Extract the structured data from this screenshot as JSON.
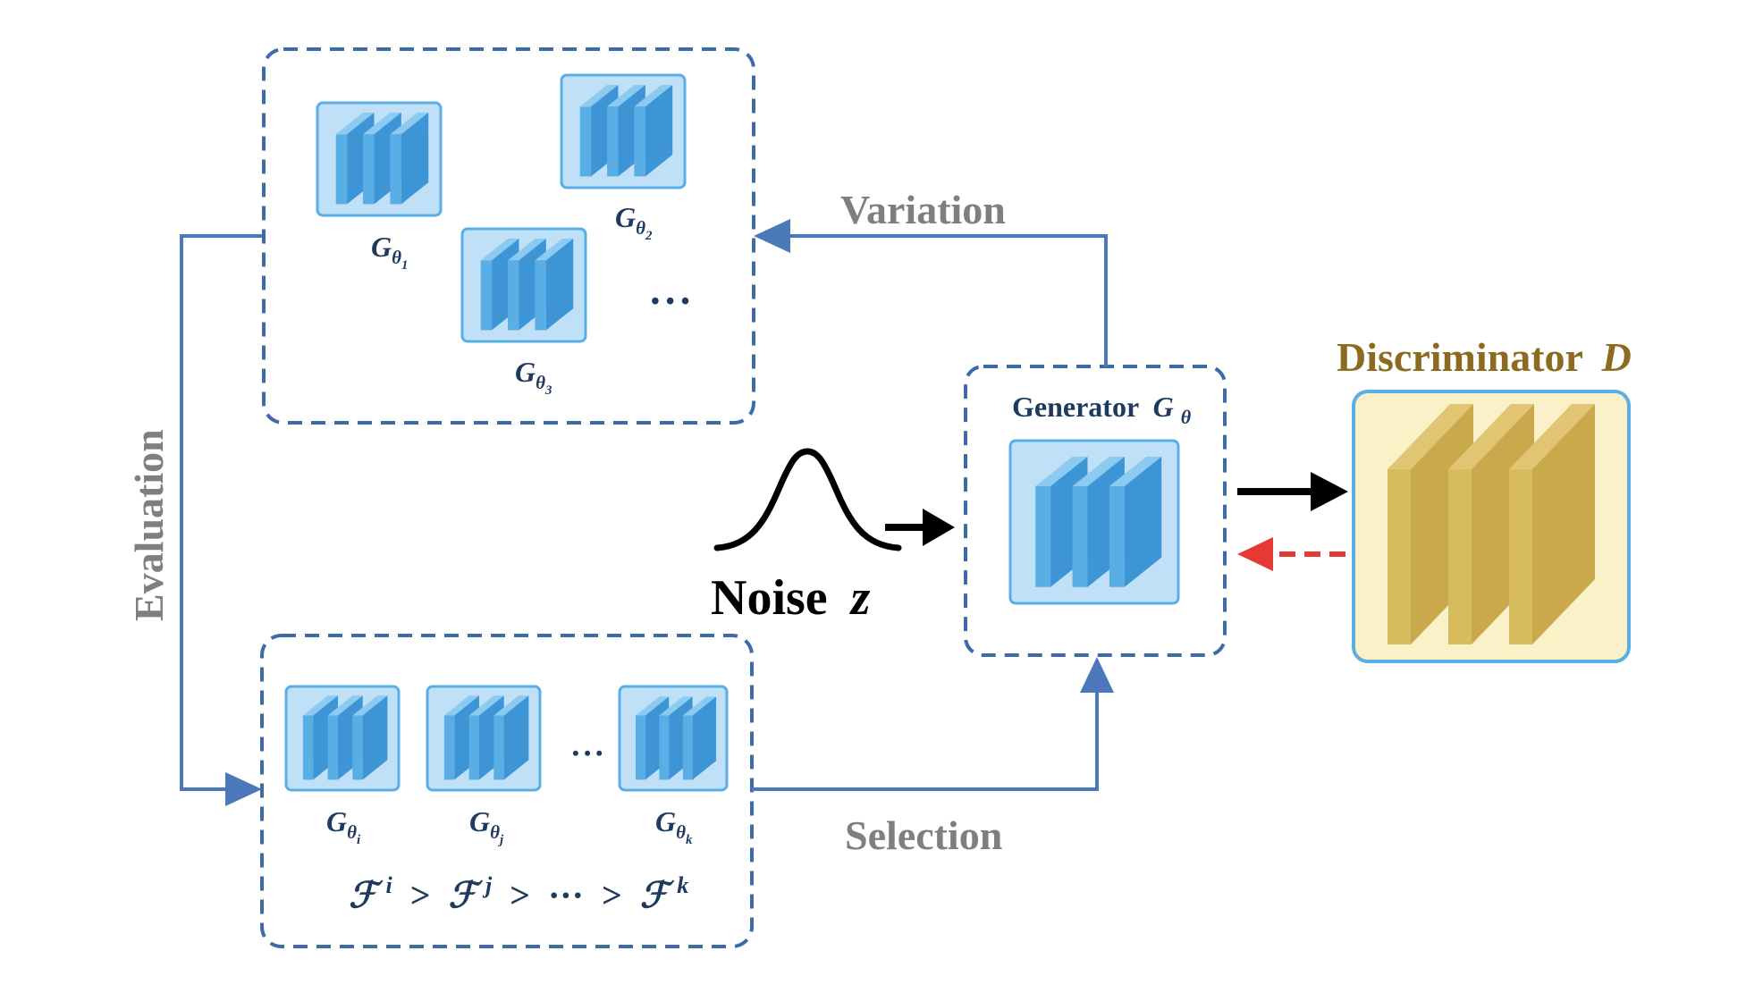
{
  "labels": {
    "variation": "Variation",
    "evaluation": "Evaluation",
    "selection": "Selection",
    "noise_word": "Noise",
    "noise_symbol": "z",
    "generator_title": "Generator",
    "generator_symbol": "G",
    "generator_sub": "θ",
    "discriminator_title": "Discriminator",
    "discriminator_symbol": "D",
    "ellipsis": "• • •",
    "fitness_f": "ℱ",
    "fitness_gt": ">",
    "fitness_dots": "···",
    "fitness_i": "i",
    "fitness_j": "j",
    "fitness_k": "k"
  },
  "population": {
    "G": "G",
    "theta": "θ",
    "children": [
      {
        "sub": "1"
      },
      {
        "sub": "2"
      },
      {
        "sub": "3"
      }
    ]
  },
  "selected": {
    "items": [
      {
        "sub": "i"
      },
      {
        "sub": "j"
      },
      {
        "sub": "k"
      }
    ]
  },
  "colors": {
    "dashed_border": "#3d6ba8",
    "arrow_blue": "#4a78b8",
    "layer_blue": "#3e95d6",
    "layer_blue_face": "#5aaee6",
    "box_blue_fill": "#bfe0f7",
    "box_blue_stroke": "#5aaee6",
    "gold_fill": "#fbf1c9",
    "gold_layer": "#c9a94b",
    "gold_layer_light": "#e0c673",
    "red_arrow": "#e53935"
  }
}
